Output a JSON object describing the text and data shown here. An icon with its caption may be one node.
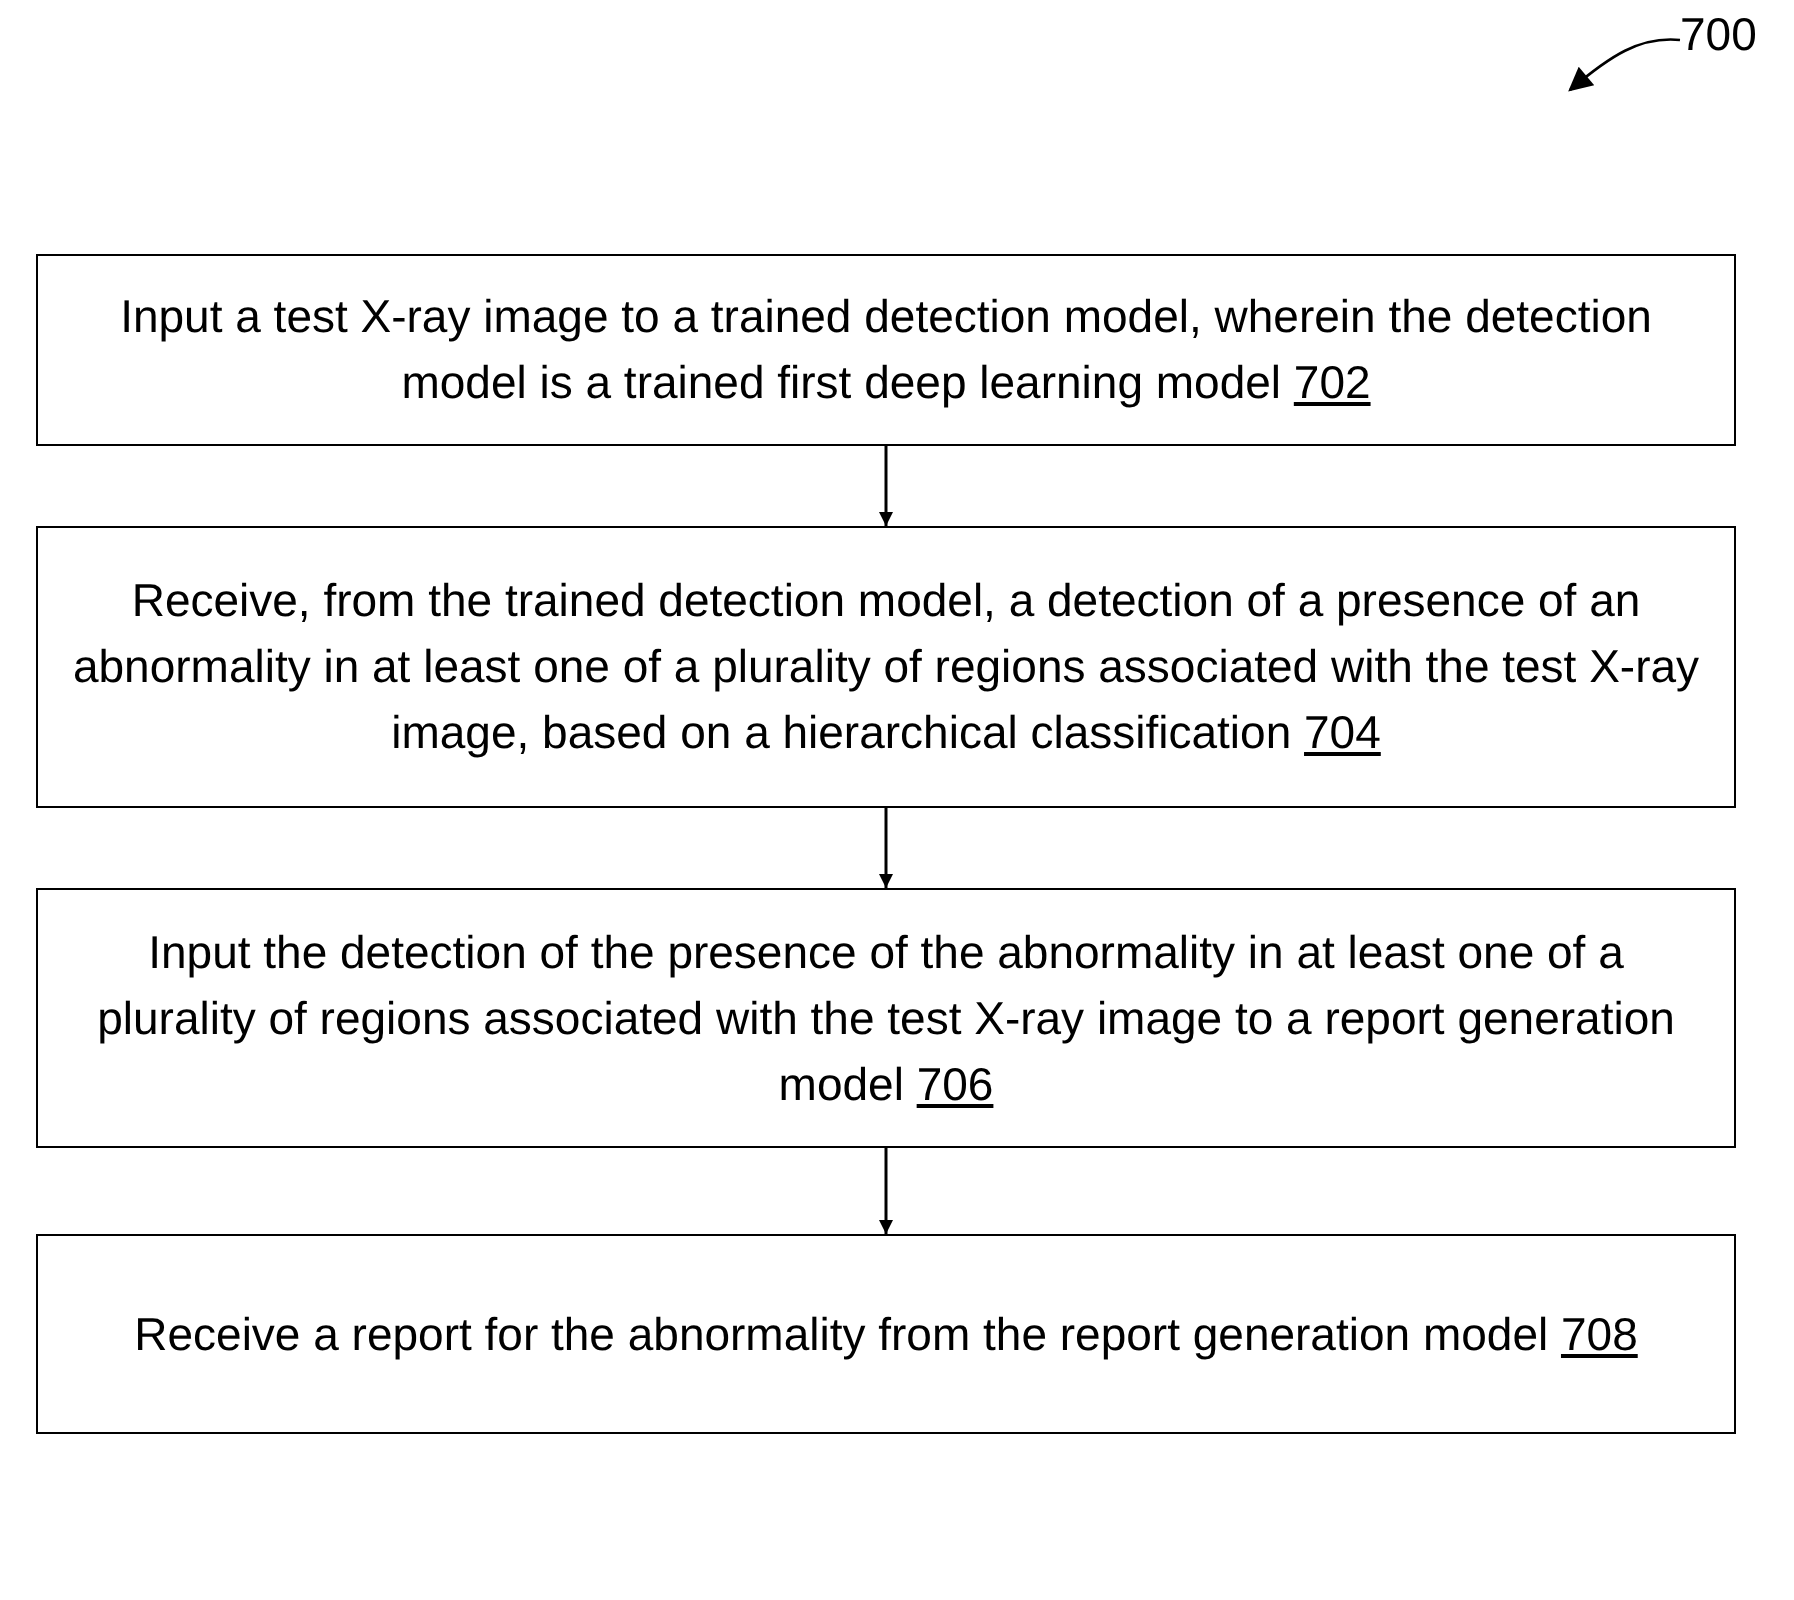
{
  "diagram": {
    "nodes": [
      {
        "text": [
          "Input a test X-ray image to a trained detection model, wherein the detection model is a trained first deep learning model",
          "702"
        ]
      },
      {
        "text": [
          "Receive, from the trained detection model, a detection of a presence of an abnormality in at least one of a plurality of regions associated with the test X-ray image, based on a hierarchical classification",
          "704"
        ]
      },
      {
        "text": [
          "Input the detection of the presence of the abnormality in at least one of a plurality of regions associated with the test X-ray image to a report generation model",
          "706"
        ]
      },
      {
        "text": [
          "Receive a report for the abnormality from the report generation model",
          "708"
        ]
      }
    ],
    "edges": [
      {
        "from": 0,
        "to": 1,
        "arrow": "to"
      },
      {
        "from": 1,
        "to": 2,
        "arrow": "to"
      },
      {
        "from": 2,
        "to": 3,
        "arrow": "to"
      }
    ],
    "labels": [
      "700"
    ]
  }
}
